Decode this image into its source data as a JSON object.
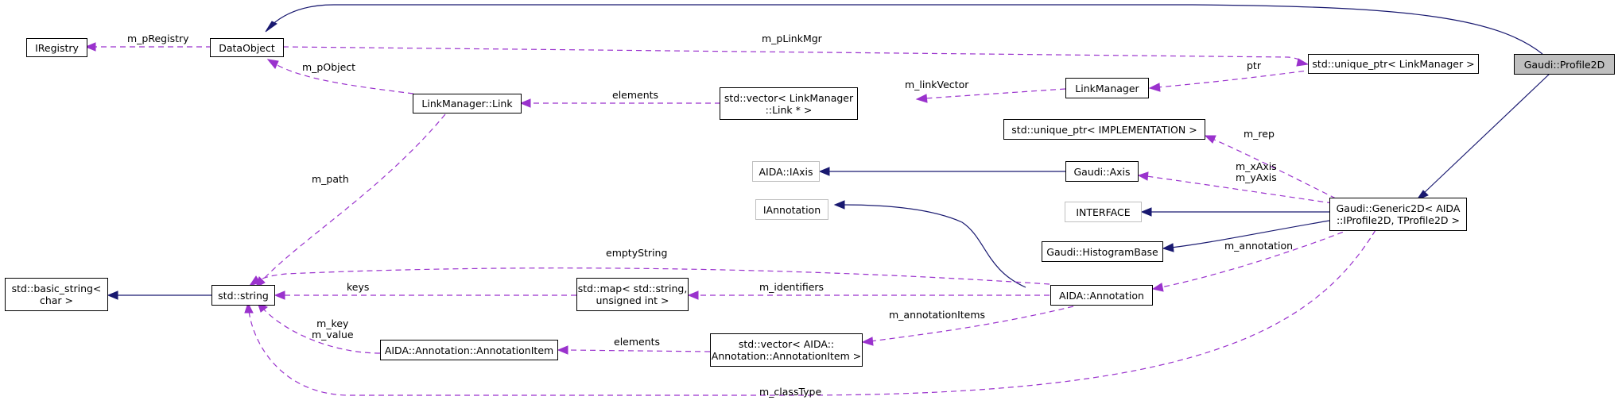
{
  "diagram": {
    "nodes": {
      "focus": "Gaudi::Profile2D",
      "iregistry": "IRegistry",
      "dataobject": "DataObject",
      "uptr_linkmgr": "std::unique_ptr< LinkManager >",
      "linkmanager": "LinkManager",
      "linkmgr_link": "LinkManager::Link",
      "vector_link": "std::vector< LinkManager\n::Link * >",
      "uptr_impl": "std::unique_ptr< IMPLEMENTATION >",
      "aida_iaxis": "AIDA::IAxis",
      "gaudi_axis": "Gaudi::Axis",
      "iannotation": "IAnnotation",
      "interface": "INTERFACE",
      "generic2d": "Gaudi::Generic2D< AIDA\n::IProfile2D, TProfile2D >",
      "histbase": "Gaudi::HistogramBase",
      "basic_string": "std::basic_string<\nchar >",
      "std_string": "std::string",
      "std_map": "std::map< std::string,\nunsigned int >",
      "aida_annotation": "AIDA::Annotation",
      "annotation_item": "AIDA::Annotation::AnnotationItem",
      "vector_annitem": "std::vector< AIDA::\nAnnotation::AnnotationItem >"
    },
    "edge_labels": {
      "m_pRegistry": "m_pRegistry",
      "m_pLinkMgr": "m_pLinkMgr",
      "m_pObject": "m_pObject",
      "ptr": "ptr",
      "elements_link": "elements",
      "m_linkVector": "m_linkVector",
      "m_path": "m_path",
      "m_rep": "m_rep",
      "m_xyAxis": "m_xAxis\nm_yAxis",
      "emptyString": "emptyString",
      "m_annotation": "m_annotation",
      "keys": "keys",
      "m_identifiers": "m_identifiers",
      "m_annotationItems": "m_annotationItems",
      "m_key_value": "m_key\nm_value",
      "elements_item": "elements",
      "m_classType": "m_classType"
    },
    "colors": {
      "usage_edge": "#9a32cd",
      "inheritance_edge": "#191970",
      "focus_fill": "#bfbfbf",
      "external_border": "#bfbfbf"
    }
  }
}
